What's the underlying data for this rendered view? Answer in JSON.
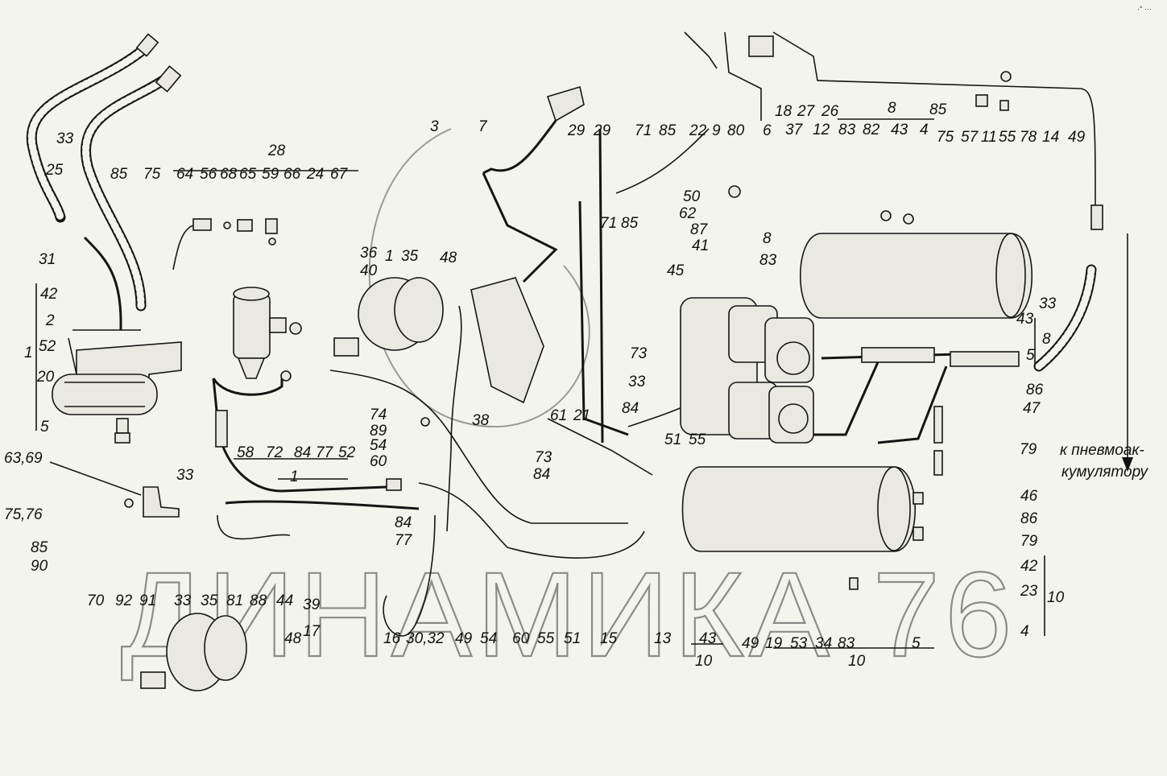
{
  "watermark": "ДИНАМИКА 76",
  "corner_mark": "·° ···",
  "caption": {
    "line1": "к пневмоак-",
    "line2": "кумулятору"
  },
  "labels": [
    "33",
    "25",
    "85",
    "75",
    "64",
    "56",
    "68",
    "65",
    "59",
    "66",
    "24",
    "67",
    "28",
    "31",
    "42",
    "2",
    "52",
    "1",
    "20",
    "5",
    "63,69",
    "75,76",
    "85",
    "90",
    "36",
    "40",
    "1",
    "35",
    "48",
    "58",
    "72",
    "84",
    "77",
    "52",
    "33",
    "1",
    "74",
    "89",
    "54",
    "60",
    "38",
    "3",
    "7",
    "29",
    "29",
    "71",
    "85",
    "22",
    "9",
    "80",
    "6",
    "50",
    "71",
    "85",
    "62",
    "87",
    "41",
    "45",
    "73",
    "33",
    "84",
    "61",
    "21",
    "51",
    "55",
    "73",
    "84",
    "84",
    "77",
    "33",
    "81",
    "88",
    "44",
    "39",
    "70",
    "92",
    "91",
    "35",
    "48",
    "17",
    "16",
    "30,32",
    "49",
    "54",
    "60",
    "55",
    "51",
    "15",
    "13",
    "43",
    "10",
    "49",
    "19",
    "53",
    "34",
    "83",
    "5",
    "10",
    "18",
    "27",
    "26",
    "8",
    "85",
    "75",
    "57",
    "11",
    "55",
    "78",
    "14",
    "49",
    "37",
    "12",
    "83",
    "82",
    "43",
    "4",
    "8",
    "83",
    "43",
    "5",
    "8",
    "33",
    "86",
    "47",
    "79",
    "46",
    "86",
    "79",
    "42",
    "23",
    "10",
    "4"
  ]
}
